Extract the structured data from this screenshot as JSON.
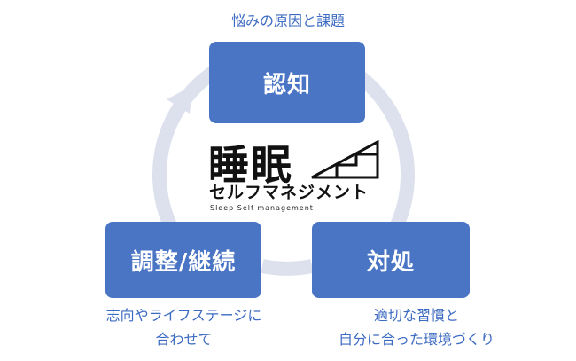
{
  "nodes": {
    "top": {
      "label": "認知",
      "caption": [
        "悩みの原因と課題"
      ]
    },
    "left": {
      "label": "調整/継続",
      "caption": [
        "志向やライフステージに",
        "合わせて"
      ]
    },
    "right": {
      "label": "対処",
      "caption": [
        "適切な習慣と",
        "自分に合った環境づくり"
      ]
    }
  },
  "logo": {
    "kanji": "睡眠",
    "kana": "セルフマネジメント",
    "english": "Sleep Self management",
    "icon": "stairs-icon"
  },
  "colors": {
    "box": "#4a74c4",
    "caption": "#3d6bc2",
    "ring": "#dde1ee"
  }
}
